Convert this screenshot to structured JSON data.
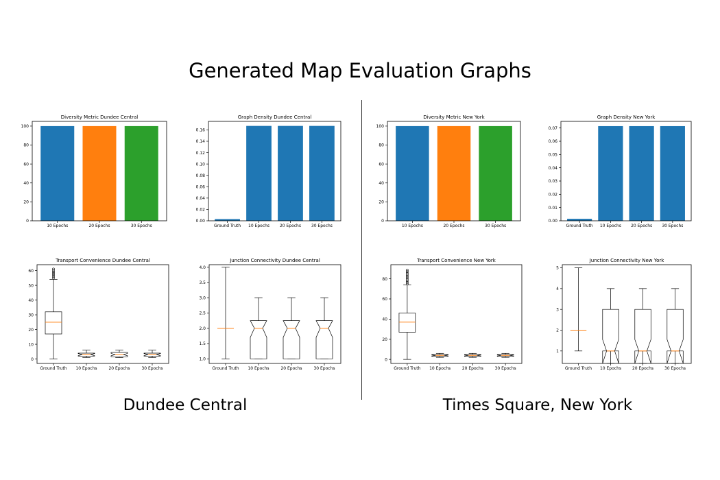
{
  "page": {
    "title": "Generated Map Evaluation Graphs",
    "left_label": "Dundee Central",
    "right_label": "Times Square, New York"
  },
  "colors": {
    "blue": "#1f77b4",
    "orange": "#ff7f0e",
    "green": "#2ca02c",
    "median": "#ff7f0e"
  },
  "chart_data": [
    {
      "id": "c1",
      "type": "bar",
      "title": "Diversity Metric Dundee Central",
      "categories": [
        "10 Epochs",
        "20 Epochs",
        "30 Epochs"
      ],
      "values": [
        100,
        100,
        100
      ],
      "colors": [
        "#1f77b4",
        "#ff7f0e",
        "#2ca02c"
      ],
      "ylim": [
        0,
        105
      ],
      "yticks": [
        0,
        20,
        40,
        60,
        80,
        100
      ],
      "ytick_labels": [
        "0",
        "20",
        "40",
        "60",
        "80",
        "100"
      ]
    },
    {
      "id": "c2",
      "type": "bar",
      "title": "Graph Density Dundee Central",
      "categories": [
        "Ground Truth",
        "10 Epochs",
        "20 Epochs",
        "30 Epochs"
      ],
      "values": [
        0.003,
        0.167,
        0.167,
        0.167
      ],
      "colors": [
        "#1f77b4",
        "#1f77b4",
        "#1f77b4",
        "#1f77b4"
      ],
      "ylim": [
        0,
        0.175
      ],
      "yticks": [
        0,
        0.02,
        0.04,
        0.06,
        0.08,
        0.1,
        0.12,
        0.14,
        0.16
      ],
      "ytick_labels": [
        "0.00",
        "0.02",
        "0.04",
        "0.06",
        "0.08",
        "0.10",
        "0.12",
        "0.14",
        "0.16"
      ]
    },
    {
      "id": "c3",
      "type": "bar",
      "title": "Diversity Metric New York",
      "categories": [
        "10 Epochs",
        "20 Epochs",
        "30 Epochs"
      ],
      "values": [
        100,
        100,
        100
      ],
      "colors": [
        "#1f77b4",
        "#ff7f0e",
        "#2ca02c"
      ],
      "ylim": [
        0,
        105
      ],
      "yticks": [
        0,
        20,
        40,
        60,
        80,
        100
      ],
      "ytick_labels": [
        "0",
        "20",
        "40",
        "60",
        "80",
        "100"
      ]
    },
    {
      "id": "c4",
      "type": "bar",
      "title": "Graph Density New York",
      "categories": [
        "Ground Truth",
        "10 Epochs",
        "20 Epochs",
        "30 Epochs"
      ],
      "values": [
        0.0015,
        0.0714,
        0.0714,
        0.0714
      ],
      "colors": [
        "#1f77b4",
        "#1f77b4",
        "#1f77b4",
        "#1f77b4"
      ],
      "ylim": [
        0,
        0.075
      ],
      "yticks": [
        0,
        0.01,
        0.02,
        0.03,
        0.04,
        0.05,
        0.06,
        0.07
      ],
      "ytick_labels": [
        "0.00",
        "0.01",
        "0.02",
        "0.03",
        "0.04",
        "0.05",
        "0.06",
        "0.07"
      ]
    },
    {
      "id": "c5",
      "type": "box",
      "title": "Transport Convenience Dundee Central",
      "categories": [
        "Ground Truth",
        "10 Epochs",
        "20 Epochs",
        "30 Epochs"
      ],
      "ylim": [
        -3,
        64
      ],
      "yticks": [
        0,
        10,
        20,
        30,
        40,
        50,
        60
      ],
      "ytick_labels": [
        "0",
        "10",
        "20",
        "30",
        "40",
        "50",
        "60"
      ],
      "boxes": [
        {
          "notch": false,
          "min": 0,
          "q1": 17,
          "median": 25,
          "q3": 32,
          "max": 54,
          "fliers": [
            55,
            56,
            57,
            58,
            59,
            60,
            61
          ]
        },
        {
          "notch": true,
          "min": 1,
          "q1": 2,
          "median": 3,
          "q3": 4,
          "max": 6,
          "notch_lo": 2.3,
          "notch_hi": 3.7,
          "fliers": []
        },
        {
          "notch": true,
          "min": 1,
          "q1": 1.5,
          "median": 3,
          "q3": 4.5,
          "max": 6,
          "notch_lo": 2.2,
          "notch_hi": 3.8,
          "fliers": []
        },
        {
          "notch": true,
          "min": 1,
          "q1": 2,
          "median": 3,
          "q3": 4,
          "max": 6,
          "notch_lo": 2.3,
          "notch_hi": 3.7,
          "fliers": []
        }
      ]
    },
    {
      "id": "c6",
      "type": "box",
      "title": "Junction Connectivity Dundee Central",
      "categories": [
        "Ground Truth",
        "10 Epochs",
        "20 Epochs",
        "30 Epochs"
      ],
      "ylim": [
        0.85,
        4.08
      ],
      "yticks": [
        1.0,
        1.5,
        2.0,
        2.5,
        3.0,
        3.5,
        4.0
      ],
      "ytick_labels": [
        "1.0",
        "1.5",
        "2.0",
        "2.5",
        "3.0",
        "3.5",
        "4.0"
      ],
      "boxes": [
        {
          "notch": false,
          "min": 1,
          "q1": 2,
          "median": 2,
          "q3": 2,
          "max": 4,
          "fliers": []
        },
        {
          "notch": true,
          "min": 1,
          "q1": 1,
          "median": 2,
          "q3": 2.25,
          "max": 3,
          "notch_lo": 1.7,
          "notch_hi": 2.25,
          "fliers": []
        },
        {
          "notch": true,
          "min": 1,
          "q1": 1,
          "median": 2,
          "q3": 2.25,
          "max": 3,
          "notch_lo": 1.7,
          "notch_hi": 2.25,
          "fliers": []
        },
        {
          "notch": true,
          "min": 1,
          "q1": 1,
          "median": 2,
          "q3": 2.25,
          "max": 3,
          "notch_lo": 1.7,
          "notch_hi": 2.25,
          "fliers": []
        }
      ]
    },
    {
      "id": "c7",
      "type": "box",
      "title": "Transport Convenience New York",
      "categories": [
        "Ground Truth",
        "10 Epochs",
        "20 Epochs",
        "30 Epochs"
      ],
      "ylim": [
        -4,
        94
      ],
      "yticks": [
        0,
        20,
        40,
        60,
        80
      ],
      "ytick_labels": [
        "0",
        "20",
        "40",
        "60",
        "80"
      ],
      "boxes": [
        {
          "notch": false,
          "min": 0,
          "q1": 27,
          "median": 37,
          "q3": 46,
          "max": 74,
          "fliers": [
            75,
            76.5,
            78,
            79.5,
            81,
            82.5,
            84,
            85.5,
            87,
            88.5
          ]
        },
        {
          "notch": true,
          "min": 2,
          "q1": 3,
          "median": 4,
          "q3": 5,
          "max": 6,
          "notch_lo": 3.5,
          "notch_hi": 4.5,
          "fliers": []
        },
        {
          "notch": true,
          "min": 2,
          "q1": 3,
          "median": 4,
          "q3": 5,
          "max": 6,
          "notch_lo": 3.5,
          "notch_hi": 4.5,
          "fliers": []
        },
        {
          "notch": true,
          "min": 2,
          "q1": 3,
          "median": 4,
          "q3": 5,
          "max": 6,
          "notch_lo": 3.5,
          "notch_hi": 4.5,
          "fliers": []
        }
      ]
    },
    {
      "id": "c8",
      "type": "box",
      "title": "Junction Connectivity New York",
      "categories": [
        "Ground Truth",
        "10 Epochs",
        "20 Epochs",
        "30 Epochs"
      ],
      "ylim": [
        0.4,
        5.15
      ],
      "yticks": [
        1,
        2,
        3,
        4,
        5
      ],
      "ytick_labels": [
        "1",
        "2",
        "3",
        "4",
        "5"
      ],
      "boxes": [
        {
          "notch": false,
          "min": 1,
          "q1": 2,
          "median": 2,
          "q3": 2,
          "max": 5,
          "fliers": []
        },
        {
          "notch": true,
          "min": 0.4,
          "q1": 1,
          "median": 1,
          "q3": 3,
          "max": 4,
          "notch_lo": 0.4,
          "notch_hi": 1.55,
          "fliers": []
        },
        {
          "notch": true,
          "min": 0.4,
          "q1": 1,
          "median": 1,
          "q3": 3,
          "max": 4,
          "notch_lo": 0.4,
          "notch_hi": 1.55,
          "fliers": []
        },
        {
          "notch": true,
          "min": 0.4,
          "q1": 1,
          "median": 1,
          "q3": 3,
          "max": 4,
          "notch_lo": 0.4,
          "notch_hi": 1.55,
          "fliers": []
        }
      ]
    }
  ]
}
